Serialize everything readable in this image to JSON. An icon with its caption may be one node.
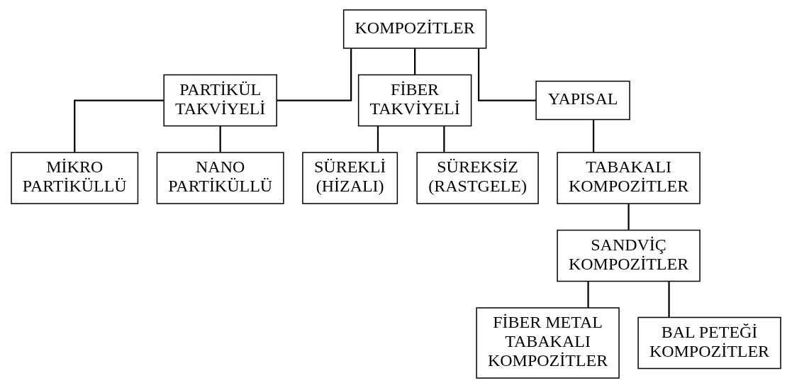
{
  "diagram": {
    "nodes": [
      {
        "text": [
          "KOMPOZİTLER"
        ]
      },
      {
        "text": [
          "PARTİKÜL TAKVİYELİ"
        ]
      },
      {
        "text": [
          "FİBER TAKVİYELİ"
        ]
      },
      {
        "text": [
          "YAPISAL"
        ]
      },
      {
        "text": [
          "MİKRO PARTİKÜLLÜ"
        ]
      },
      {
        "text": [
          "NANO PARTİKÜLLÜ"
        ]
      },
      {
        "text": [
          "SÜREKLİ (HİZALI)"
        ]
      },
      {
        "text": [
          "SÜREKSİZ (RASTGELE)"
        ]
      },
      {
        "text": [
          "TABAKALI KOMPOZİTLER"
        ]
      },
      {
        "text": [
          "SANDVİÇ KOMPOZİTLER"
        ]
      },
      {
        "text": [
          "FİBER METAL TABAKALI KOMPOZİTLER"
        ]
      },
      {
        "text": [
          "BAL PETEĞİ KOMPOZİTLER"
        ]
      }
    ],
    "edges": [
      {
        "from": 0,
        "to": 1,
        "arrow": "none"
      },
      {
        "from": 0,
        "to": 2,
        "arrow": "none"
      },
      {
        "from": 0,
        "to": 3,
        "arrow": "none"
      },
      {
        "from": 1,
        "to": 4,
        "arrow": "none"
      },
      {
        "from": 1,
        "to": 5,
        "arrow": "none"
      },
      {
        "from": 2,
        "to": 6,
        "arrow": "none"
      },
      {
        "from": 2,
        "to": 7,
        "arrow": "none"
      },
      {
        "from": 3,
        "to": 8,
        "arrow": "none"
      },
      {
        "from": 8,
        "to": 9,
        "arrow": "none"
      },
      {
        "from": 9,
        "to": 10,
        "arrow": "none"
      },
      {
        "from": 9,
        "to": 11,
        "arrow": "none"
      }
    ]
  }
}
